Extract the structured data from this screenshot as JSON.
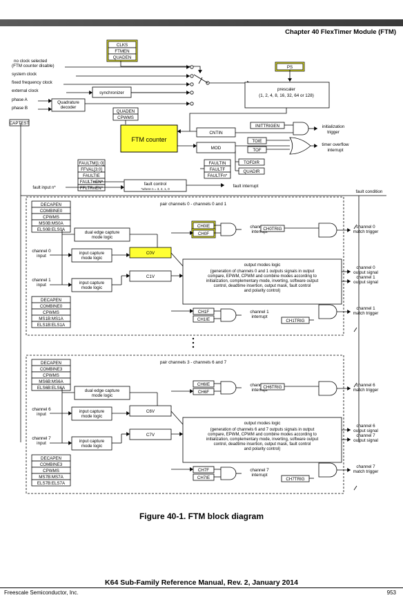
{
  "header": {
    "chapter_title": "Chapter 40 FlexTimer Module (FTM)"
  },
  "caption": "Figure 40-1. FTM block diagram",
  "footer": {
    "manual": "K64 Sub-Family Reference Manual, Rev. 2, January 2014",
    "publisher": "Freescale Semiconductor, Inc.",
    "page_number": "953"
  },
  "colors": {
    "highlight": "#ffff33",
    "line": "#000000"
  },
  "diagram": {
    "clock_registers": [
      "CLKS",
      "FTMEN",
      "QUADEN"
    ],
    "ps_register": "PS",
    "clock_inputs": [
      "no clock selected",
      "(FTM counter disable)",
      "system clock",
      "fixed frequency clock",
      "external clock",
      "phase A",
      "phase B"
    ],
    "synchronizer": "synchronizer",
    "quadrature_decoder": [
      "Quadrature",
      "decoder"
    ],
    "prescaler": [
      "prescaler",
      "(1, 2, 4, 8, 16, 32, 64 or 128)"
    ],
    "captest": "CAPTEST",
    "counter_config": [
      "QUADEN",
      "CPWMS"
    ],
    "ftm_counter": "FTM counter",
    "cntin": "CNTIN",
    "mod": "MOD",
    "initrigen": "INITTRIGEN",
    "toie": "TOIE",
    "tof": "TOF",
    "tofdir": "TOFDIR",
    "quadir": "QUADIR",
    "init_trigger": [
      "initialization",
      "trigger"
    ],
    "timer_overflow": [
      "timer overflow",
      "interrupt"
    ],
    "fault_regs_left": [
      "FAULTM[1:0]",
      "FFVAL[3:0]",
      "FAULTIE",
      "FAULTnEN*",
      "FFLTRnEN*"
    ],
    "fault_regs_right": [
      "FAULTIN",
      "FAULTF",
      "FAULTFn*"
    ],
    "fault_input": "fault input n*",
    "fault_control": [
      "fault control",
      "*where n = 3, 2, 1, 0"
    ],
    "fault_interrupt": "fault interrupt",
    "fault_condition": "fault condition",
    "pair_a": {
      "title": "pair channels 0 - channels 0 and 1",
      "regs_top": [
        "DECAPEN",
        "COMBINE0",
        "CPWMS",
        "MS0B:MS0A",
        "ELS0B:ELS0A"
      ],
      "regs_bottom": [
        "DECAPEN",
        "COMBINE0",
        "CPWMS",
        "MS1B:MS1A",
        "ELS1B:ELS1A"
      ],
      "dual_edge": [
        "dual edge capture",
        "mode logic"
      ],
      "input_capture": [
        "input capture",
        "mode logic"
      ],
      "input_a": [
        "channel 0",
        "input"
      ],
      "input_b": [
        "channel 1",
        "input"
      ],
      "cv_a": "C0V",
      "cv_b": "C1V",
      "ie_a": "CH0IE",
      "f_a": "CH0F",
      "f_b": "CH1F",
      "ie_b": "CH1IE",
      "trig_a": "CH0TRIG",
      "trig_b": "CH1TRIG",
      "int_a": [
        "channel 0",
        "interrupt"
      ],
      "int_b": [
        "channel 1",
        "interrupt"
      ],
      "om_title": "output modes logic",
      "om_lines": [
        "(generation of channels 0 and 1 outputs signals in output",
        "compare, EPWM, CPWM and combine modes according to",
        "initialization, complementary mode, inverting, software output",
        "control, deadtime insertion, output mask, fault control",
        "and polarity control)"
      ],
      "match_a": [
        "channel 0",
        "match trigger"
      ],
      "match_b": [
        "channel 1",
        "match trigger"
      ],
      "out_a": [
        "channel 0",
        "output signal"
      ],
      "out_b": [
        "channel 1",
        "output signal"
      ]
    },
    "pair_b": {
      "title": "pair channels 3 - channels 6 and 7",
      "regs_top": [
        "DECAPEN",
        "COMBINE3",
        "CPWMS",
        "MS6B:MS6A",
        "ELS6B:ELS6A"
      ],
      "regs_bottom": [
        "DECAPEN",
        "COMBINE3",
        "CPWMS",
        "MS7B:MS7A",
        "ELS7B:ELS7A"
      ],
      "dual_edge": [
        "dual edge capture",
        "mode logic"
      ],
      "input_capture": [
        "input capture",
        "mode logic"
      ],
      "input_a": [
        "channel 6",
        "input"
      ],
      "input_b": [
        "channel 7",
        "input"
      ],
      "cv_a": "C6V",
      "cv_b": "C7V",
      "ie_a": "CH6IE",
      "f_a": "CH6F",
      "f_b": "CH7F",
      "ie_b": "CH7IE",
      "trig_a": "CH6TRIG",
      "trig_b": "CH7TRIG",
      "int_a": [
        "channel 6",
        "interrupt"
      ],
      "int_b": [
        "channel 7",
        "interrupt"
      ],
      "om_title": "output modes logic",
      "om_lines": [
        "(generation of channels 6 and 7 outputs signals in output",
        "compare, EPWM, CPWM and combine modes according to",
        "initialization, complementary mode, inverting, software output",
        "control, deadtime insertion, output mask, fault control",
        "and polarity control)"
      ],
      "match_a": [
        "channel 6",
        "match trigger"
      ],
      "match_b": [
        "channel 7",
        "match trigger"
      ],
      "out_a": [
        "channel 6",
        "output signal"
      ],
      "out_b": [
        "channel 7",
        "output signal"
      ]
    }
  }
}
